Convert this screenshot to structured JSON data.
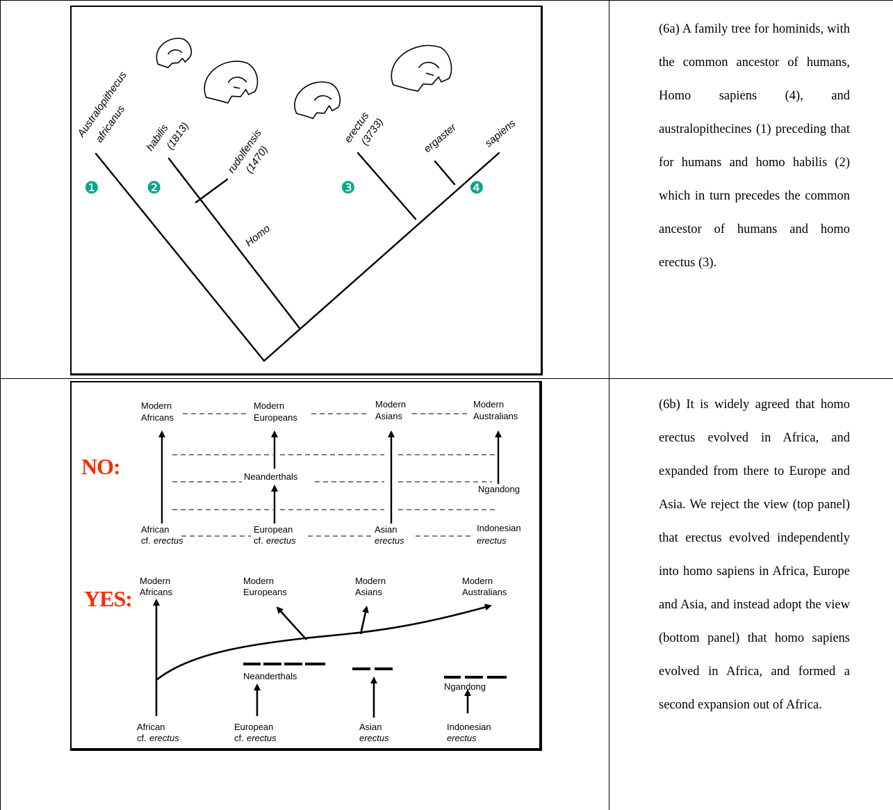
{
  "figure_a": {
    "species": {
      "australopithecus": "Australopithecus",
      "africanus": "africanus",
      "habilis": "habilis",
      "habilis_code": "(1813)",
      "rudolfensis": "rudolfensis",
      "rudolfensis_code": "(1470)",
      "erectus": "erectus",
      "erectus_code": "(3733)",
      "ergaster": "ergaster",
      "sapiens": "sapiens",
      "homo": "Homo"
    },
    "markers": [
      "❶",
      "❷",
      "❸",
      "❹"
    ],
    "marker_color": "#00a88a"
  },
  "figure_b": {
    "no_label": "NO:",
    "yes_label": "YES:",
    "label_color": "#ff2a00",
    "top": {
      "modern": "Modern",
      "africans": "Africans",
      "europeans": "Europeans",
      "asians": "Asians",
      "australians": "Australians",
      "neanderthals": "Neanderthals",
      "ngandong": "Ngandong",
      "african": "African",
      "european": "European",
      "asian": "Asian",
      "indonesian": "Indonesian",
      "cf": "cf.",
      "erectus": "erectus"
    },
    "bottom": {
      "modern": "Modern",
      "africans": "Africans",
      "europeans": "Europeans",
      "asians": "Asians",
      "australians": "Australians",
      "neanderthals": "Neanderthals",
      "ngandong": "Ngandong",
      "african": "African",
      "european": "European",
      "asian": "Asian",
      "indonesian": "Indonesian",
      "cf": "cf.",
      "erectus": "erectus"
    }
  },
  "captions": {
    "a": "(6a) A family tree for hominids, with the common ancestor of humans, Homo sapiens (4), and australopithecines (1) preceding that for humans and homo habilis (2) which in turn precedes the common ancestor of humans and homo erectus (3).",
    "b": "(6b) It is widely agreed that homo erectus evolved in Africa, and expanded from there to Europe and Asia. We reject the view (top panel) that erectus evolved independently into homo sapiens in Africa, Europe and Asia, and instead adopt the view (bottom panel) that homo sapiens evolved in Africa, and formed a second expansion out of Africa."
  }
}
